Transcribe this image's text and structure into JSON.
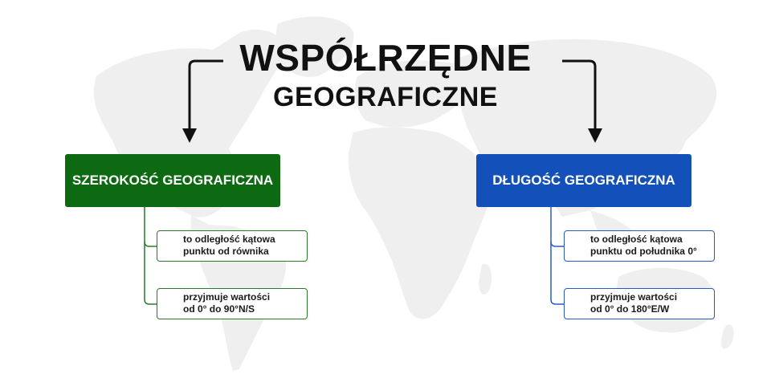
{
  "title": {
    "line1": "WSPÓŁRZĘDNE",
    "line2": "GEOGRAFICZNE"
  },
  "latitude": {
    "heading": "SZEROKOŚĆ GEOGRAFICZNA",
    "color": "#0d6a12",
    "items": [
      {
        "line1": "to odległość kątowa",
        "line2": "punktu od równika"
      },
      {
        "line1": "przyjmuje wartości",
        "line2": "od 0° do 90°N/S"
      }
    ]
  },
  "longitude": {
    "heading": "DŁUGOŚĆ GEOGRAFICZNA",
    "color": "#1450b9",
    "items": [
      {
        "line1": "to odległość kątowa",
        "line2": "punktu od południka 0°"
      },
      {
        "line1": "przyjmuje wartości",
        "line2": "od 0° do 180°E/W"
      }
    ]
  },
  "background": {
    "image": "world-map-silhouette",
    "color": "#f0f0f0"
  }
}
